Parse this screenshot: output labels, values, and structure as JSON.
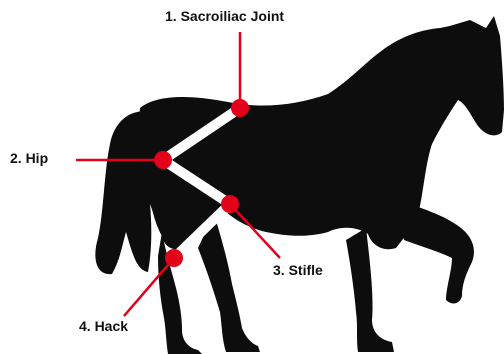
{
  "diagram": {
    "labels": {
      "sacroiliac": "1. Sacroiliac Joint",
      "hip": "2. Hip",
      "stifle": "3. Stifle",
      "hock": "4. Hack"
    },
    "colors": {
      "silhouette": "#0d0d0d",
      "joint_marker": "#e3001b",
      "leader_line": "#e3001b",
      "bone_segment": "#ffffff",
      "text": "#111111",
      "background": "#ffffff"
    }
  }
}
